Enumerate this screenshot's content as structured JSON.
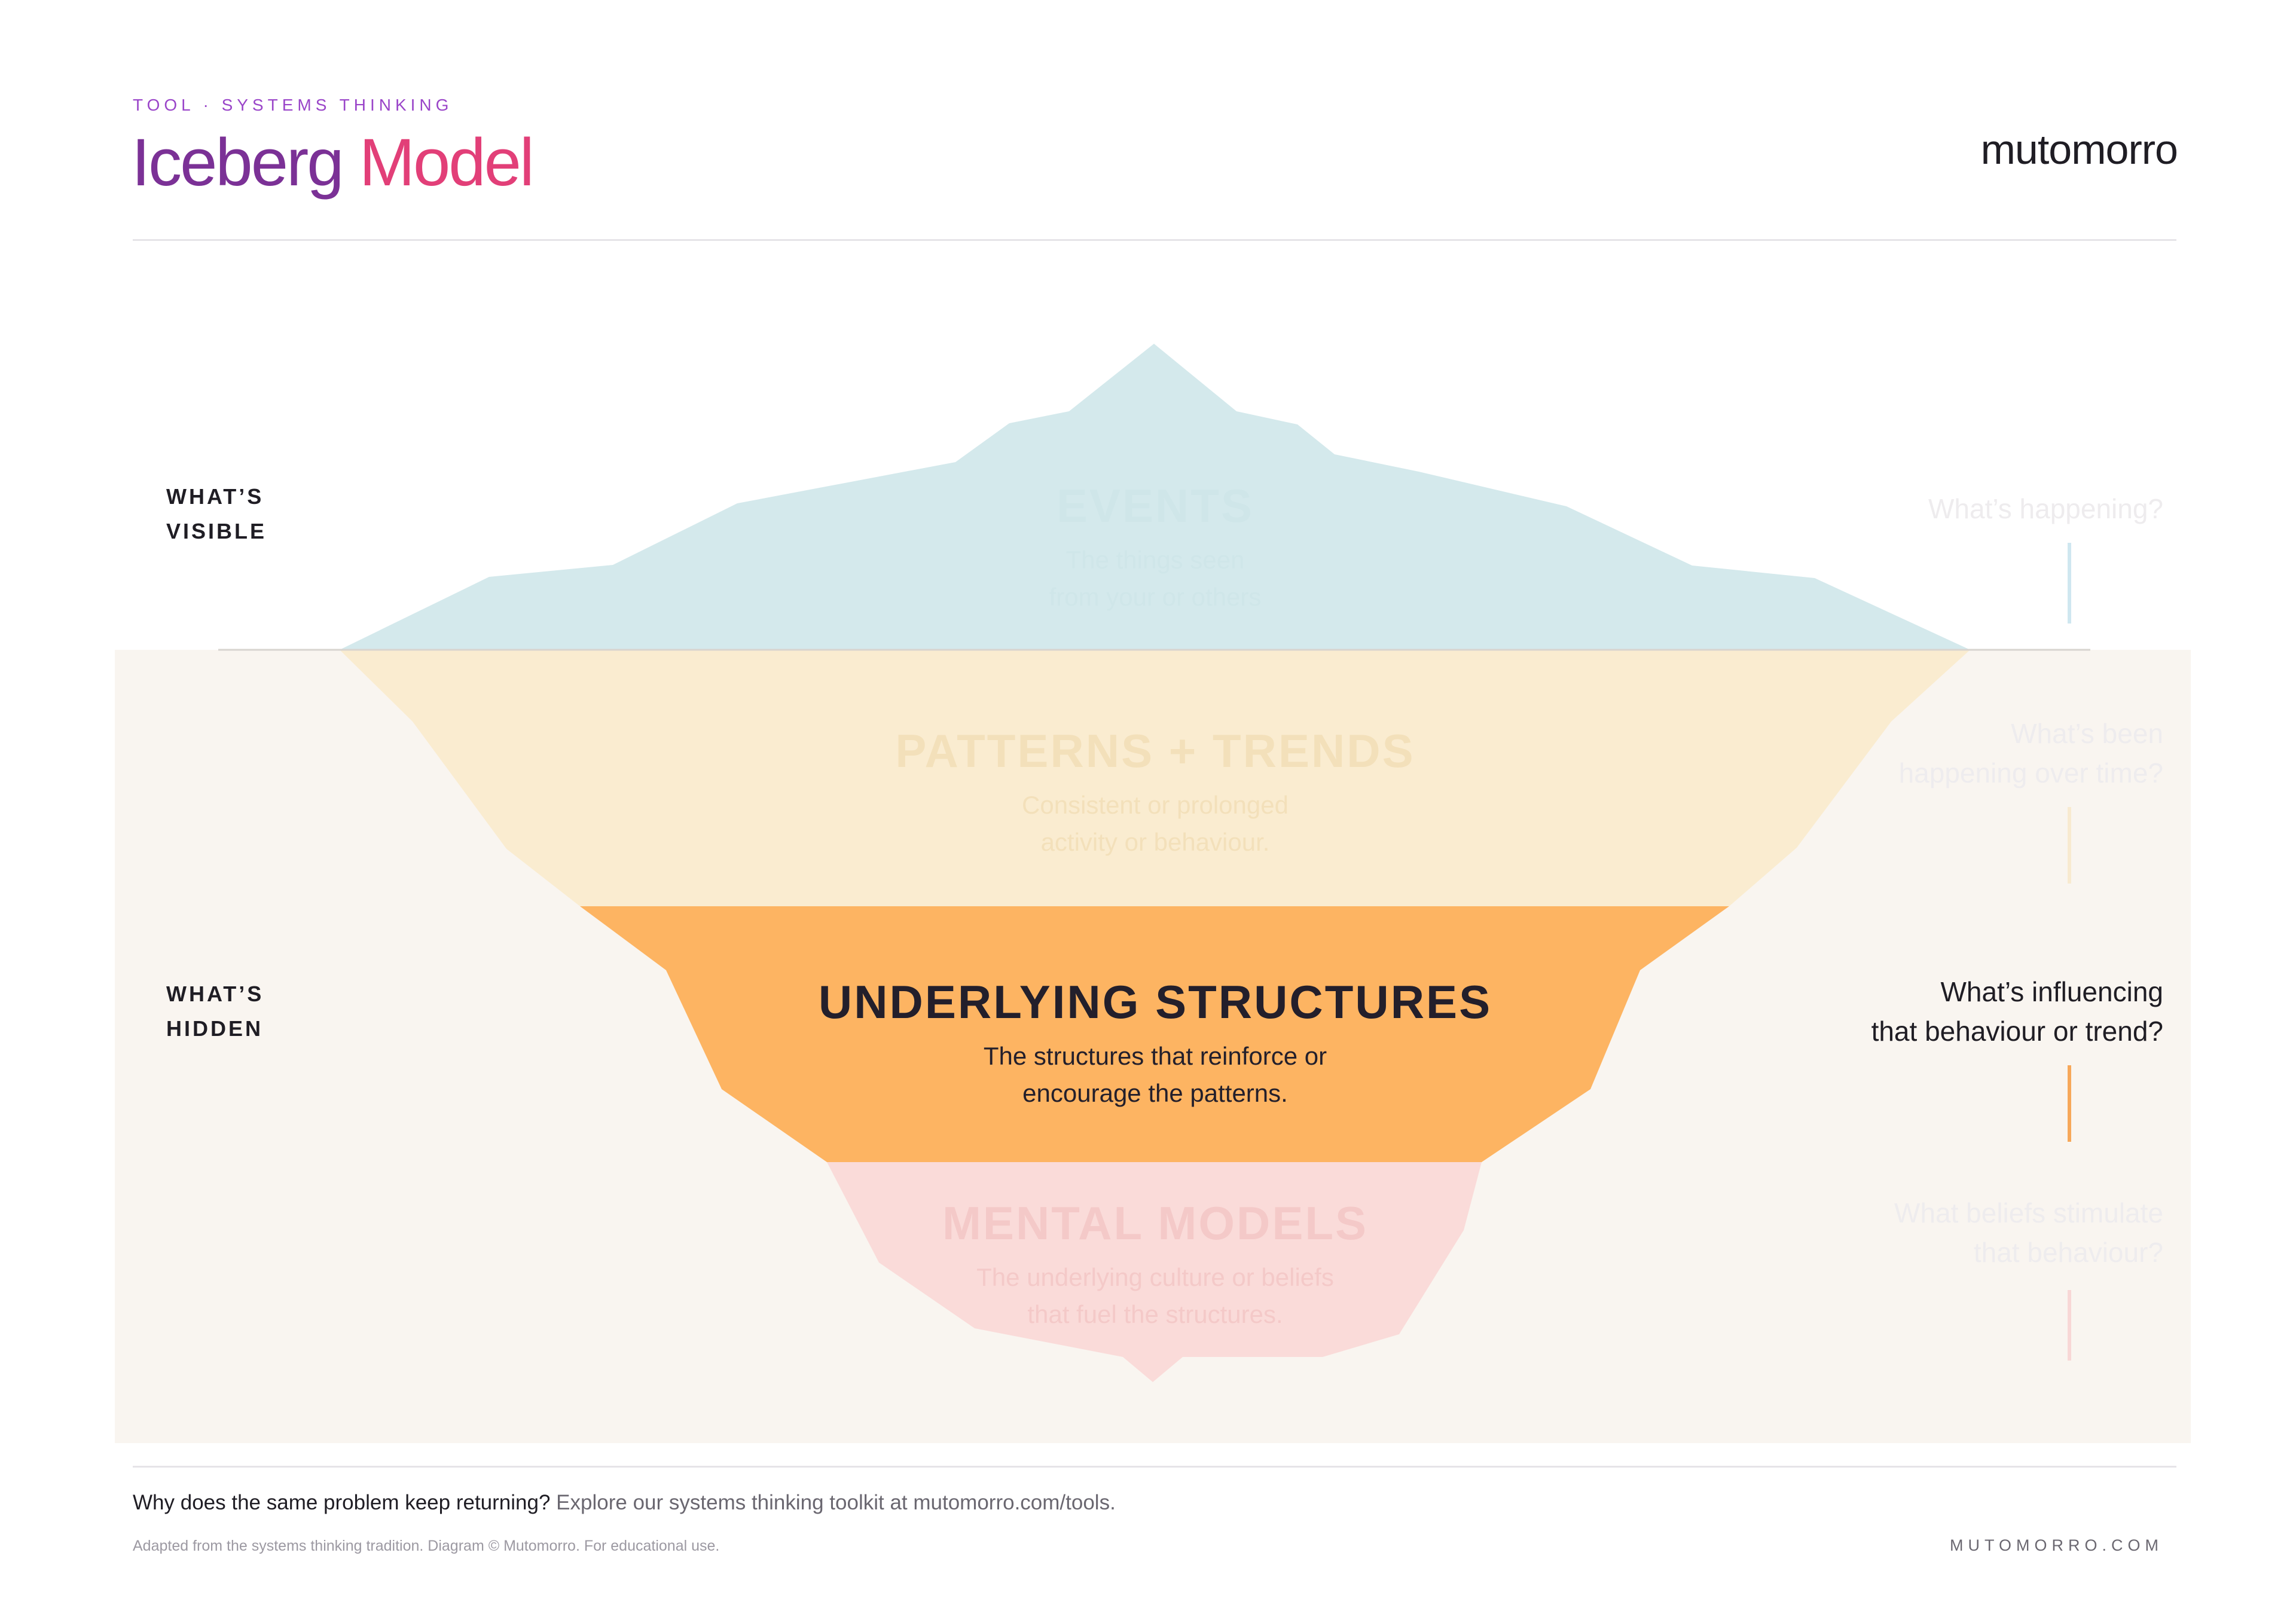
{
  "header": {
    "eyebrow": "TOOL · SYSTEMS THINKING",
    "title_part1": "Iceberg",
    "title_part2": "Model",
    "brand": "mutomorro"
  },
  "sides": {
    "visible": [
      "WHAT’S",
      "VISIBLE"
    ],
    "hidden": [
      "WHAT’S",
      "HIDDEN"
    ]
  },
  "layers": [
    {
      "id": "events",
      "title": "EVENTS",
      "desc": [
        "The things seen",
        "from your or others"
      ],
      "question": [
        "What’s happening?"
      ],
      "color": "#d4e9ec",
      "tick_color": "#cfe7f0",
      "active": false
    },
    {
      "id": "patterns",
      "title": "PATTERNS + TRENDS",
      "desc": [
        "Consistent or prolonged",
        "activity or behaviour."
      ],
      "question": [
        "What’s been",
        "happening over time?"
      ],
      "color": "#faecd0",
      "tick_color": "#f8ead0",
      "active": false
    },
    {
      "id": "structures",
      "title": "UNDERLYING STRUCTURES",
      "desc": [
        "The structures that reinforce or",
        "encourage the patterns."
      ],
      "question": [
        "What’s influencing",
        "that behaviour or trend?"
      ],
      "color": "#fdb462",
      "tick_color": "#f7a85a",
      "active": true
    },
    {
      "id": "mental",
      "title": "MENTAL MODELS",
      "desc": [
        "The underlying culture or beliefs",
        "that fuel the structures."
      ],
      "question": [
        "What beliefs stimulate",
        "that behaviour?"
      ],
      "color": "#fadbd9",
      "tick_color": "#f8d7d6",
      "active": false
    }
  ],
  "colors": {
    "water": "#f9f5f0",
    "waterline": "#d8d4cf",
    "title_purple": "#7b3196",
    "title_pink": "#e23f78",
    "eyebrow": "#9a45c9"
  },
  "footer": {
    "cta_strong": "Why does the same problem keep returning?",
    "cta_rest": "Explore our systems thinking toolkit at mutomorro.com/tools.",
    "credit": "Adapted from the systems thinking tradition. Diagram © Mutomorro. For educational use.",
    "site": "MUTOMORRO.COM"
  }
}
